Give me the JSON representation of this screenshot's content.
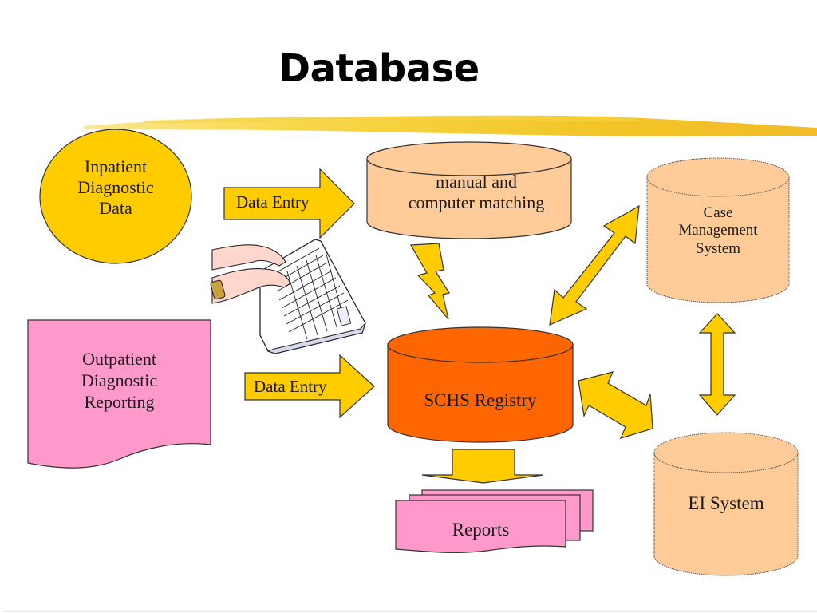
{
  "slide": {
    "title": "Database"
  },
  "nodes": {
    "inpatient": {
      "lines": [
        "Inpatient",
        "Diagnostic",
        "Data"
      ],
      "shape": "ellipse",
      "fill": "#FFCC00"
    },
    "outpatient": {
      "lines": [
        "Outpatient",
        "Diagnostic",
        "Reporting"
      ],
      "shape": "document",
      "fill": "#FF99CC"
    },
    "matching": {
      "lines": [
        "manual and",
        "computer matching"
      ],
      "shape": "cylinder",
      "fill": "#FFCC99"
    },
    "registry": {
      "lines": [
        "SCHS Registry"
      ],
      "shape": "cylinder",
      "fill": "#FF6600"
    },
    "case_mgmt": {
      "lines": [
        "Case",
        "Management",
        "System"
      ],
      "shape": "cylinder",
      "fill": "#FFCC99"
    },
    "ei_system": {
      "lines": [
        "EI System"
      ],
      "shape": "cylinder",
      "fill": "#FFCC99"
    },
    "reports": {
      "lines": [
        "Reports"
      ],
      "shape": "multi-document",
      "fill": "#FF99CC"
    }
  },
  "arrows": {
    "data_entry_top": {
      "label": "Data Entry",
      "fill": "#FFCC00"
    },
    "data_entry_bottom": {
      "label": "Data Entry",
      "fill": "#FFCC00"
    }
  },
  "icons": {
    "keyboard": "typing-hands-keyboard-clipart",
    "lightning": "lightning-bolt"
  },
  "colors": {
    "accent_yellow": "#FFCC00",
    "outline": "#333333"
  }
}
